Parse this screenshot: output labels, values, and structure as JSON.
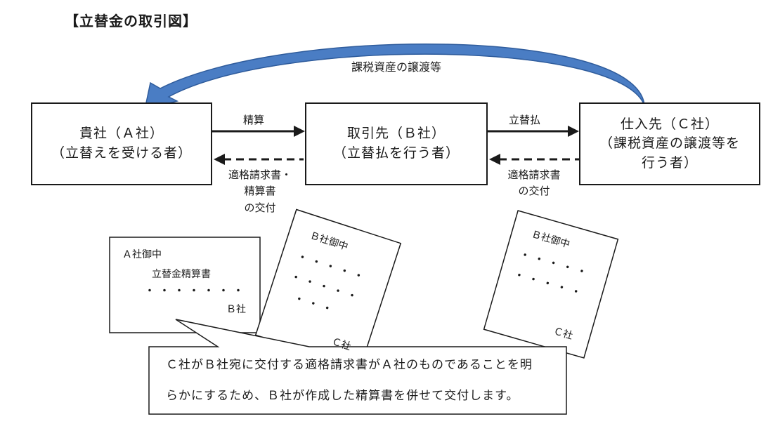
{
  "title": "【立替金の取引図】",
  "arc_label": "課税資産の譲渡等",
  "boxes": {
    "a": {
      "line1": "貴社（Ａ社）",
      "line2": "（立替えを受ける者）"
    },
    "b": {
      "line1": "取引先（Ｂ社）",
      "line2": "（立替払を行う者）"
    },
    "c": {
      "line1": "仕入先（Ｃ社）",
      "line2": "（課税資産の譲渡等を",
      "line3": "行う者）"
    }
  },
  "arrows": {
    "ab_top": "精算",
    "ab_bottom": [
      "適格請求書・",
      "精算書",
      "の交付"
    ],
    "bc_top": "立替払",
    "bc_bottom": [
      "適格請求書",
      "の交付"
    ]
  },
  "documents": {
    "settlement": {
      "addressee": "Ａ社御中",
      "title": "立替金精算書",
      "dots": "・・・・・・・",
      "issuer": "Ｂ社"
    },
    "invoice1": {
      "addressee": "Ｂ社御中",
      "dots1": "・・・・・",
      "dots2": "・・・・・",
      "dots3": "・・・",
      "issuer": "Ｃ社"
    },
    "invoice2": {
      "addressee": "Ｂ社御中",
      "dots1": "・・・・・",
      "dots2": "・・・・・",
      "issuer": "Ｃ社"
    }
  },
  "note": {
    "line1": "Ｃ社がＢ社宛に交付する適格請求書がＡ社のものであることを明",
    "line2": "らかにするため、Ｂ社が作成した精算書を併せて交付します。"
  },
  "colors": {
    "arc": "#4a7dc4",
    "arc_edge": "#2f5c9c",
    "line": "#1a1a1a"
  }
}
